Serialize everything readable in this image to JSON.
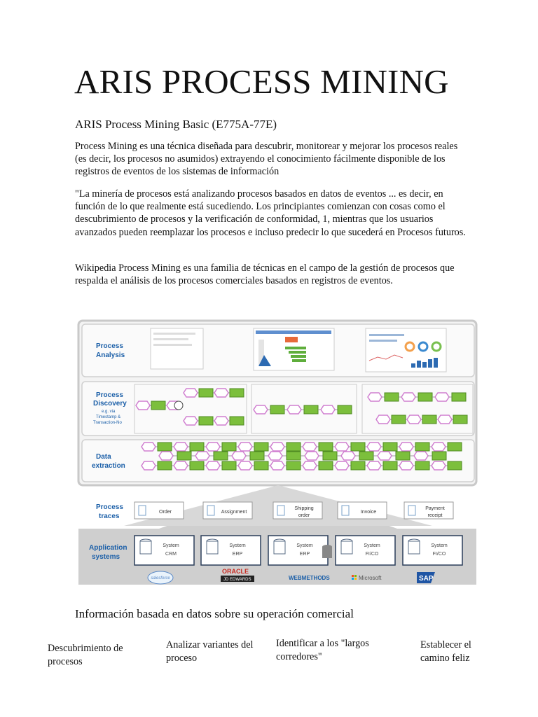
{
  "title": "ARIS PROCESS MINING",
  "subtitle": "ARIS Process Mining Basic (E775A-77E)",
  "paragraphs": [
    "Process Mining es una técnica diseñada para descubrir, monitorear y mejorar los procesos reales (es decir, los procesos no asumidos) extrayendo el conocimiento fácilmente disponible de los registros de eventos de los sistemas de información",
    "\"La minería de procesos está analizando procesos basados en datos de eventos ... es decir, en función de lo que realmente está sucediendo. Los principiantes comienzan con cosas como el descubrimiento de procesos y la verificación de conformidad, 1, mientras que los usuarios avanzados pueden reemplazar los procesos e incluso predecir lo que sucederá en Procesos futuros.",
    "Wikipedia Process Mining es una familia de técnicas en el campo de la gestión de procesos que respalda el análisis de los procesos comerciales basados en registros de eventos."
  ],
  "figure": {
    "rows": {
      "analysis": [
        "Process",
        "Analysis"
      ],
      "discovery": [
        "Process",
        "Discovery"
      ],
      "discovery_note": [
        "e.g. via",
        "Timestamp &",
        "Transaction-No"
      ],
      "extraction": [
        "Data",
        "extraction"
      ],
      "traces": [
        "Process",
        "traces"
      ],
      "apps": [
        "Application",
        "systems"
      ]
    },
    "traces": [
      {
        "label": "Order"
      },
      {
        "label": "Assignment"
      },
      {
        "label": "Shipping order"
      },
      {
        "label": "Invoice"
      },
      {
        "label": "Payment receipt"
      }
    ],
    "systems": [
      {
        "name": "System",
        "type": "CRM",
        "vendor": "salesforce"
      },
      {
        "name": "System",
        "type": "ERP",
        "vendor": "ORACLE JD EDWARDS"
      },
      {
        "name": "System",
        "type": "ERP",
        "vendor": "WEBMETHODS"
      },
      {
        "name": "System",
        "type": "FI/CO",
        "vendor": "Microsoft"
      },
      {
        "name": "System",
        "type": "FI/CO",
        "vendor": "SAP"
      }
    ],
    "colors": {
      "accent_blue": "#1b5fa8",
      "green": "#7cbf3c",
      "pink": "#d07fd0",
      "gray": "#bfbfbf"
    }
  },
  "caption": "Información basada en datos sobre su operación comercial",
  "features": [
    "Descubrimiento de procesos",
    "Analizar variantes del proceso",
    "Identificar a los \"largos corredores\"",
    "Establecer el camino feliz"
  ]
}
